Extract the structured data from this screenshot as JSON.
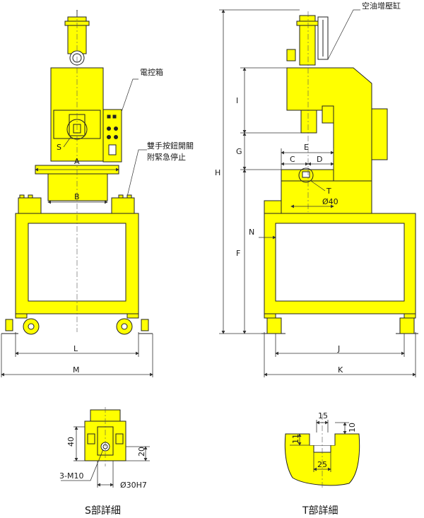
{
  "colors": {
    "machine_fill": "#ffff00",
    "outline": "#222222",
    "dimension_line": "#333333",
    "inner_panel": "#ffffff"
  },
  "callouts": {
    "control_box": "電控箱",
    "two_hand_switch_line1": "雙手按鈕開關",
    "two_hand_switch_line2": "附緊急停止",
    "booster_cylinder": "空油增壓缸"
  },
  "front_view": {
    "dims": {
      "a": "A",
      "b": "B",
      "l": "L",
      "m": "M"
    },
    "detail_marker": "S"
  },
  "side_view": {
    "dims": {
      "h": "H",
      "i": "I",
      "g": "G",
      "f": "F",
      "e": "E",
      "c": "C",
      "d": "D",
      "n": "N",
      "j": "J",
      "k": "K",
      "t": "T",
      "phi40": "Ø40"
    }
  },
  "s_detail": {
    "dims": {
      "d40": "40",
      "d20": "20",
      "bolts": "3-M10",
      "bore": "Ø30H7"
    },
    "caption": "S部詳細"
  },
  "t_detail": {
    "dims": {
      "d15": "15",
      "d10": "10",
      "d11": "11",
      "d25": "25"
    },
    "caption": "T部詳細"
  }
}
